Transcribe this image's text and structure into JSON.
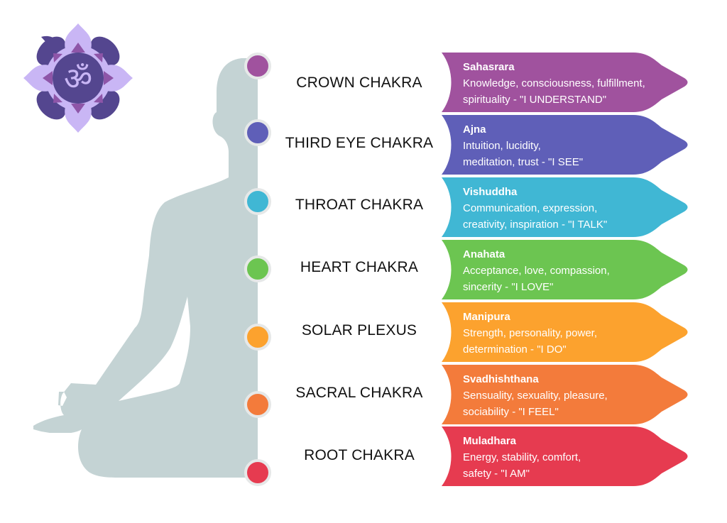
{
  "chakras": [
    {
      "label": "CROWN CHAKRA",
      "name": "Sahasrara",
      "line1": "Knowledge, consciousness, fulfillment,",
      "line2": "spirituality - \"I UNDERSTAND\"",
      "color": "#A0529E"
    },
    {
      "label": "THIRD EYE CHAKRA",
      "name": "Ajna",
      "line1": "Intuition, lucidity,",
      "line2": "meditation, trust - \"I SEE\"",
      "color": "#5F5FB8"
    },
    {
      "label": "THROAT CHAKRA",
      "name": "Vishuddha",
      "line1": "Communication, expression,",
      "line2": "creativity, inspiration - \"I TALK\"",
      "color": "#40B7D4"
    },
    {
      "label": "HEART CHAKRA",
      "name": "Anahata",
      "line1": "Acceptance, love, compassion,",
      "line2": "sincerity - \"I LOVE\"",
      "color": "#6CC551"
    },
    {
      "label": "SOLAR PLEXUS",
      "name": "Manipura",
      "line1": "Strength, personality, power,",
      "line2": "determination - \"I DO\"",
      "color": "#FCA22E"
    },
    {
      "label": "SACRAL CHAKRA",
      "name": "Svadhishthana",
      "line1": "Sensuality, sexuality, pleasure,",
      "line2": "sociability - \"I FEEL\"",
      "color": "#F37B3B"
    },
    {
      "label": "ROOT CHAKRA",
      "name": "Muladhara",
      "line1": "Energy, stability, comfort,",
      "line2": "safety - \"I AM\"",
      "color": "#E63B50"
    }
  ],
  "logo": {
    "icon": "om-lotus-icon"
  }
}
